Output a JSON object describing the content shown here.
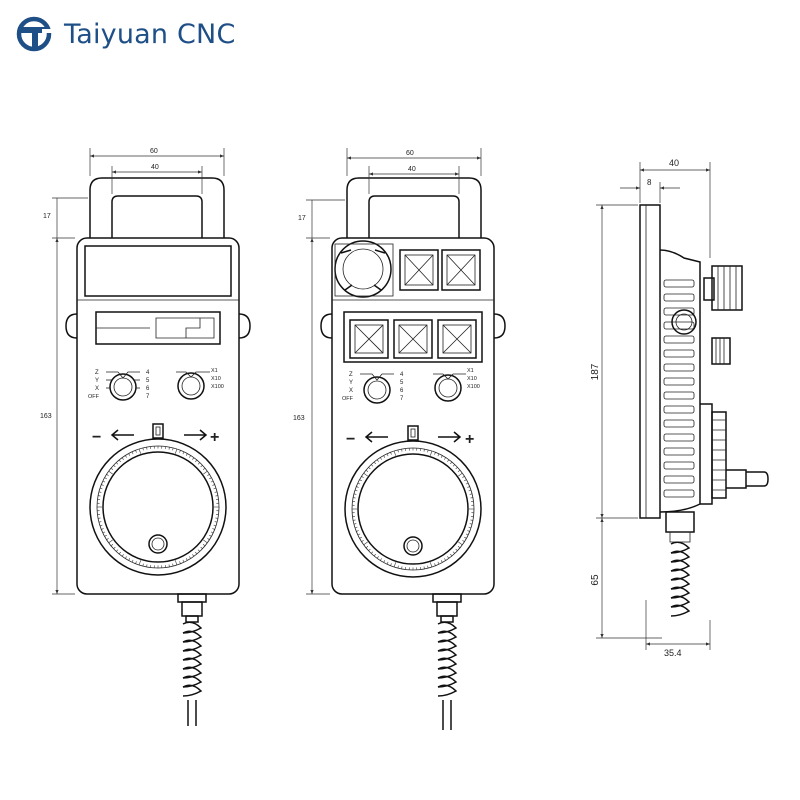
{
  "brand": {
    "name": "Taiyuan CNC",
    "logo_icon": "tc-monogram-icon",
    "color": "#1e4f86"
  },
  "dimensions": {
    "width_outer": "60",
    "width_inner": "40",
    "handle_height": "17",
    "body_height": "163",
    "side_depth": "40",
    "side_handle": "8",
    "side_height": "187",
    "cable_length": "65",
    "side_base": "35.4"
  },
  "axis_labels": {
    "z": "Z",
    "y": "Y",
    "x": "X",
    "off": "OFF",
    "n4": "4",
    "n5": "5",
    "n6": "6",
    "n7": "7"
  },
  "multiplier_labels": {
    "x1": "X1",
    "x10": "X10",
    "x100": "X100"
  },
  "direction": {
    "minus": "−",
    "plus": "+"
  }
}
